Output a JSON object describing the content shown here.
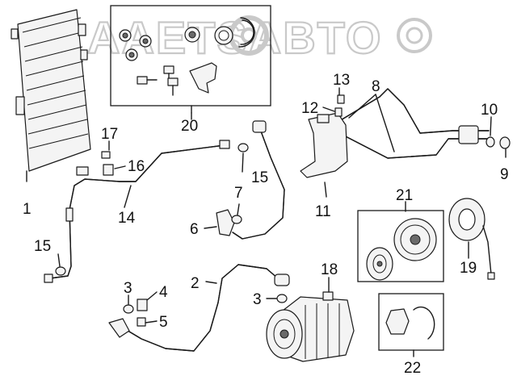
{
  "watermark": {
    "text": "AAETSABTO",
    "color": "#c9c9c9"
  },
  "callouts": [
    "1",
    "2",
    "3",
    "3",
    "4",
    "5",
    "6",
    "7",
    "8",
    "9",
    "10",
    "11",
    "12",
    "13",
    "14",
    "15",
    "15",
    "16",
    "17",
    "18",
    "19",
    "20",
    "21",
    "22"
  ],
  "colors": {
    "line": "#1a1a1a",
    "background": "#ffffff"
  }
}
